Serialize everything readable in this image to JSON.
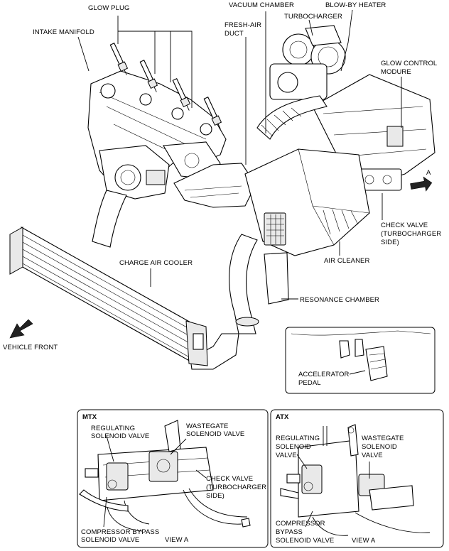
{
  "labels": {
    "glow_plug": "GLOW PLUG",
    "intake_manifold": "INTAKE MANIFOLD",
    "vacuum_chamber": "VACUUM CHAMBER",
    "fresh_air_duct_1": "FRESH-AIR",
    "fresh_air_duct_2": "DUCT",
    "turbocharger": "TURBOCHARGER",
    "blow_by_heater": "BLOW-BY HEATER",
    "glow_control_1": "GLOW CONTROL",
    "glow_control_2": "MODURE",
    "view_arrow": "A",
    "check_valve_1": "CHECK VALVE",
    "check_valve_2": "(TURBOCHARGER",
    "check_valve_3": "SIDE)",
    "air_cleaner": "AIR CLEANER",
    "charge_air_cooler": "CHARGE AIR COOLER",
    "resonance_chamber": "RESONANCE CHAMBER",
    "vehicle_front": "VEHICLE FRONT",
    "accelerator_1": "ACCELERATOR",
    "accelerator_2": "PEDAL"
  },
  "mtx": {
    "title": "MTX",
    "regulating_1": "REGULATING",
    "regulating_2": "SOLENOID VALVE",
    "wastegate_1": "WASTEGATE",
    "wastegate_2": "SOLENOID VALVE",
    "check_1": "CHECK VALVE",
    "check_2": "(TURBOCHARGER",
    "check_3": "SIDE)",
    "bypass_1": "COMPRESSOR BYPASS",
    "bypass_2": "SOLENOID VALVE",
    "view": "VIEW A"
  },
  "atx": {
    "title": "ATX",
    "regulating_1": "REGULATING",
    "regulating_2": "SOLENOID",
    "regulating_3": "VALVE",
    "wastegate_1": "WASTEGATE",
    "wastegate_2": "SOLENOID",
    "wastegate_3": "VALVE",
    "bypass_1": "COMPRESSOR",
    "bypass_2": "BYPASS",
    "bypass_3": "SOLENOID VALVE",
    "view": "VIEW A"
  }
}
